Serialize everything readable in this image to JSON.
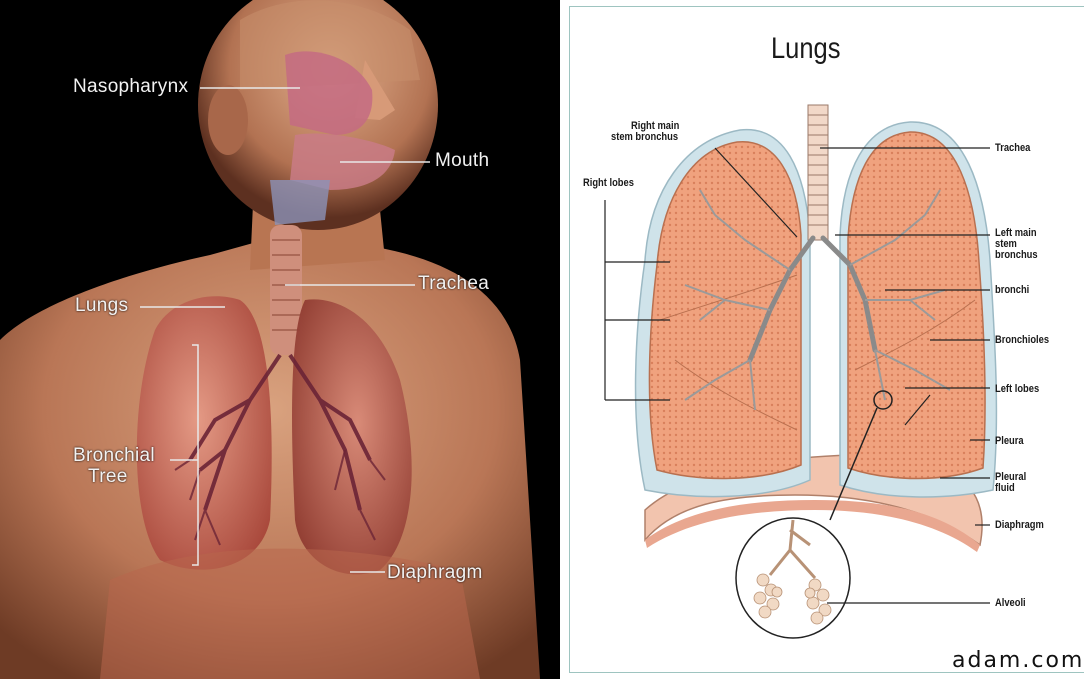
{
  "left_labels": {
    "nasopharynx": "Nasopharynx",
    "mouth": "Mouth",
    "trachea": "Trachea",
    "lungs": "Lungs",
    "bronchial_tree_1": "Bronchial",
    "bronchial_tree_2": "Tree",
    "diaphragm": "Diaphragm"
  },
  "right_panel": {
    "title": "Lungs",
    "labels": {
      "right_main_1": "Right main",
      "right_main_2": "stem bronchus",
      "right_lobes": "Right lobes",
      "trachea": "Trachea",
      "left_main_1": "Left main",
      "left_main_2": "stem",
      "left_main_3": "bronchus",
      "bronchi": "bronchi",
      "bronchioles": "Bronchioles",
      "left_lobes": "Left lobes",
      "pleura": "Pleura",
      "pleural_fluid_1": "Pleural",
      "pleural_fluid_2": "fluid",
      "diaphragm": "Diaphragm",
      "alveoli": "Alveoli"
    },
    "brand": "adam.com"
  }
}
